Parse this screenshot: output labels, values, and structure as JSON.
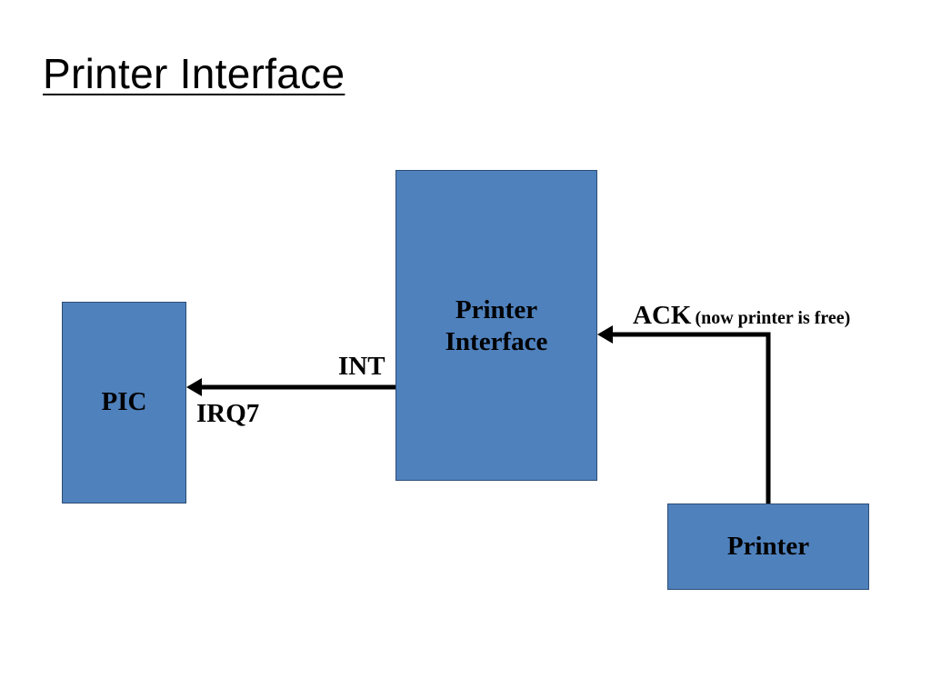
{
  "slide": {
    "title": "Printer Interface"
  },
  "diagram": {
    "nodes": {
      "pic": "PIC",
      "printer_interface": "Printer\nInterface",
      "printer": "Printer"
    },
    "labels": {
      "int": "INT",
      "irq": "IRQ7",
      "ack": "ACK",
      "ack_note": "(now printer is free)"
    },
    "edges": [
      {
        "from": "printer_interface",
        "to": "pic",
        "label": "INT / IRQ7"
      },
      {
        "from": "printer",
        "to": "printer_interface",
        "label": "ACK (now printer is free)"
      }
    ],
    "colors": {
      "box_fill": "#4f81bd",
      "box_border": "#2c4d75",
      "connector": "#000000"
    }
  }
}
